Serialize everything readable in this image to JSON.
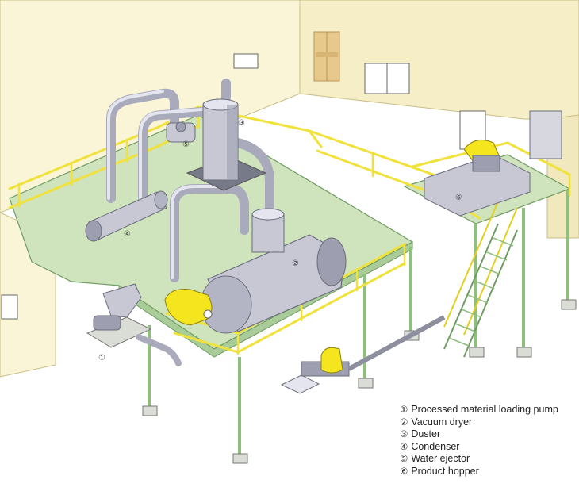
{
  "diagram": {
    "colors": {
      "wall": "#fbf5d8",
      "wall_shade": "#f1e8bd",
      "floor_platform": "#cfe3bd",
      "railing": "#f0e23a",
      "steel_frame": "#8fbf7d",
      "equipment": "#c7c8d4",
      "equipment_shade": "#9d9fb0",
      "motor_cover": "#f5e51e",
      "door": "#e7c98c"
    },
    "equipment_markers": [
      "①",
      "②",
      "③",
      "④",
      "⑤",
      "⑥"
    ],
    "legend": [
      {
        "num": "①",
        "label": "Processed material loading pump"
      },
      {
        "num": "②",
        "label": "Vacuum dryer"
      },
      {
        "num": "③",
        "label": "Duster"
      },
      {
        "num": "④",
        "label": "Condenser"
      },
      {
        "num": "⑤",
        "label": "Water ejector"
      },
      {
        "num": "⑥",
        "label": "Product hopper"
      }
    ]
  }
}
